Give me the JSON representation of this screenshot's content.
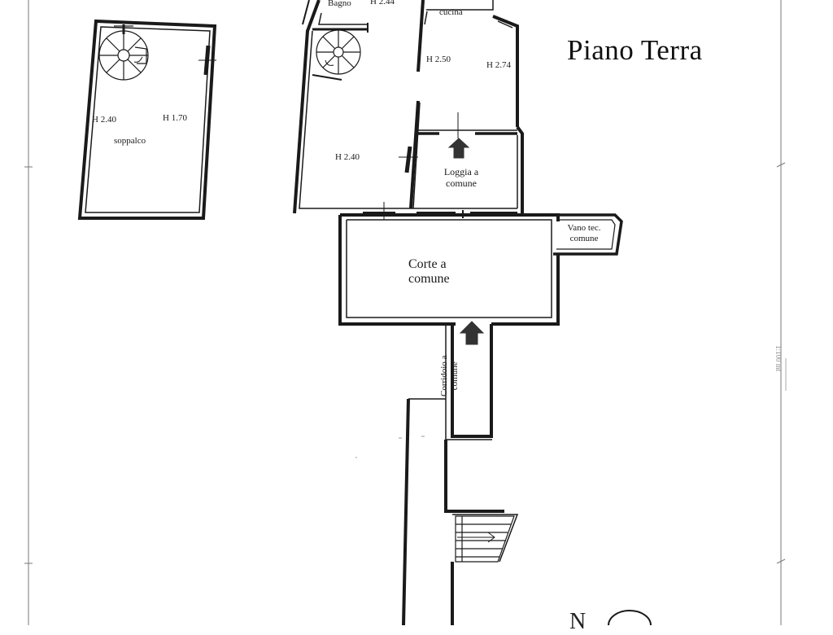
{
  "title": "Piano Terra",
  "north": "N",
  "edge_mark": "1:100 mt",
  "rooms": {
    "bagno": "Bagno",
    "bagno_h": "H 2.44",
    "cucina": "cucina",
    "cucina_h1": "H 2.50",
    "cucina_h2": "H 2.74",
    "main_h": "H 2.40",
    "loggia_line1": "Loggia a",
    "loggia_line2": "comune",
    "vano_line1": "Vano tec.",
    "vano_line2": "comune",
    "corte_line1": "Corte a",
    "corte_line2": "comune",
    "corridoio_line1": "Corridoio a",
    "corridoio_line2": "comune"
  },
  "soppalco": {
    "h1": "H 2.40",
    "h2": "H 1.70",
    "name": "soppalco"
  },
  "colors": {
    "ink": "#1a1a1a",
    "paper": "#ffffff"
  }
}
